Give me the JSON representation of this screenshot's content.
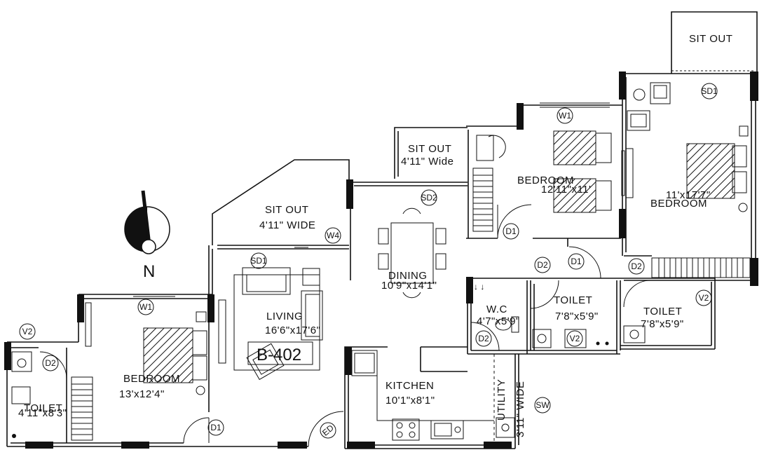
{
  "plan": {
    "unit_label": "B-402",
    "north_label": "N",
    "rooms": {
      "sitout_top": {
        "name": "SIT OUT"
      },
      "sitout_mid": {
        "name": "SIT OUT",
        "size": "4'11\" Wide"
      },
      "sitout_left": {
        "name": "SIT OUT",
        "size": "4'11\" WIDE"
      },
      "bedroom_center": {
        "name": "BEDROOM",
        "size": "12'11\"x11'"
      },
      "bedroom_right": {
        "name": "BEDROOM",
        "size": "11'x17'7\""
      },
      "bedroom_left": {
        "name": "BEDROOM",
        "size": "13'x12'4\""
      },
      "dining": {
        "name": "DINING",
        "size": "10'9\"x14'1\""
      },
      "living": {
        "name": "LIVING",
        "size": "16'6\"x17'6\""
      },
      "wc": {
        "name": "W.C",
        "size": "4'7\"x5'9\""
      },
      "toilet_mid": {
        "name": "TOILET",
        "size": "7'8\"x5'9\""
      },
      "toilet_right": {
        "name": "TOILET",
        "size": "7'8\"x5'9\""
      },
      "toilet_left": {
        "name": "TOILET",
        "size": "4'11\"x8'3\""
      },
      "kitchen": {
        "name": "KITCHEN",
        "size": "10'1\"x8'1\""
      },
      "utility": {
        "name": "UTILITY",
        "size": "3'11\" WIDE"
      }
    },
    "tags": {
      "sd1": "SD1",
      "sd2": "SD2",
      "w1": "W1",
      "w4": "W4",
      "d1": "D1",
      "d2": "D2",
      "v2": "V2",
      "ed": "ED",
      "sw": "SW"
    }
  }
}
